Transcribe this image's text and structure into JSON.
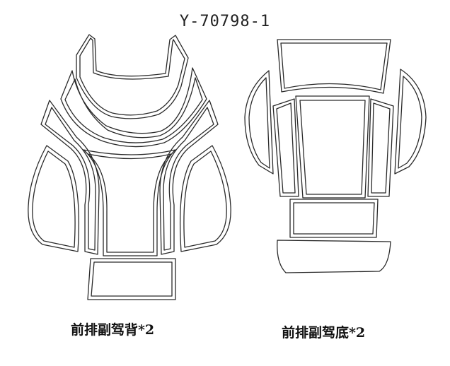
{
  "drawing_code": "Y-70798-1",
  "captions": {
    "backrest": "前排副驾背*2",
    "seat_bottom": "前排副驾底*2"
  }
}
